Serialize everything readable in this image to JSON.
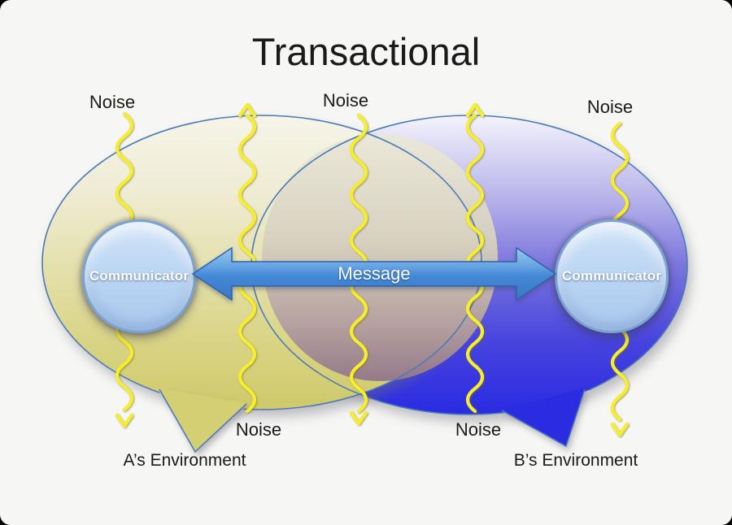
{
  "title": "Transactional",
  "diagram": {
    "noise_label": "Noise",
    "message_label": "Message",
    "nodes": {
      "communicator_left": "Communicator",
      "communicator_right": "Communicator"
    },
    "environments": {
      "a": "A’s Environment",
      "b": "B’s Environment"
    }
  },
  "colors": {
    "background": "#f6f6f4",
    "text": "#1a1a1a",
    "bubble_a_top": "#f6f4e8",
    "bubble_a_bottom": "#cfc96a",
    "bubble_b_top": "#f4f3fc",
    "bubble_b_bottom": "#2a2be2",
    "bubble_outline": "#4a7ab8",
    "overlap_top": "#ebe8d9",
    "overlap_bottom": "#93788a",
    "noise_wave": "#f7ee2b",
    "arrow_fill_top": "#9cc8ee",
    "arrow_fill_bottom": "#3a77c2",
    "arrow_border": "#2d63ad",
    "communicator_fill": "#bcd6f3",
    "communicator_border": "#7aa2d2"
  }
}
